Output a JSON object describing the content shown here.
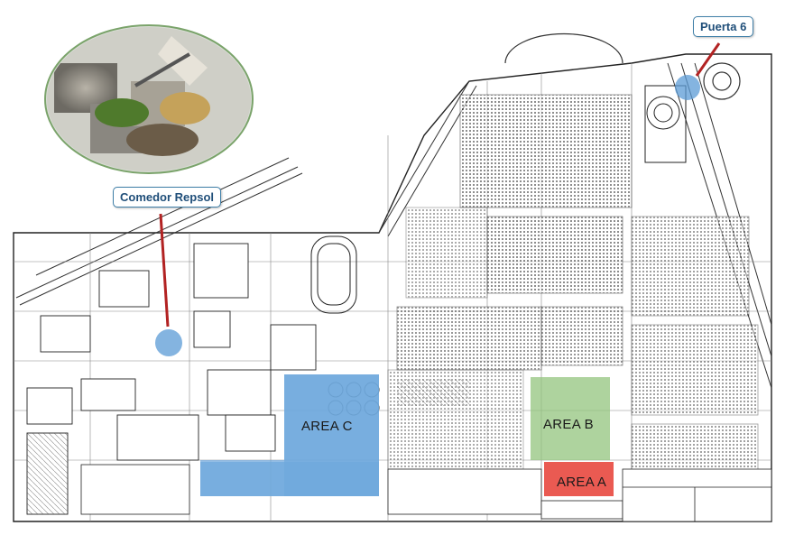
{
  "callouts": {
    "comedor": "Comedor Repsol",
    "puerta": "Puerta 6"
  },
  "areas": {
    "area_c": {
      "label": "AREA C",
      "color": "#6fa8dc"
    },
    "area_b": {
      "label": "AREA B",
      "color": "#93c47d"
    },
    "area_a": {
      "label": "AREA A",
      "color": "#e8483f"
    }
  },
  "colors": {
    "callout_border": "#3f7fa8",
    "callout_text": "#1f4e79",
    "pointer": "#b22222",
    "marker": "#5b9bd5"
  },
  "photo": {
    "icon": "cafeteria-food-tray-photo"
  }
}
